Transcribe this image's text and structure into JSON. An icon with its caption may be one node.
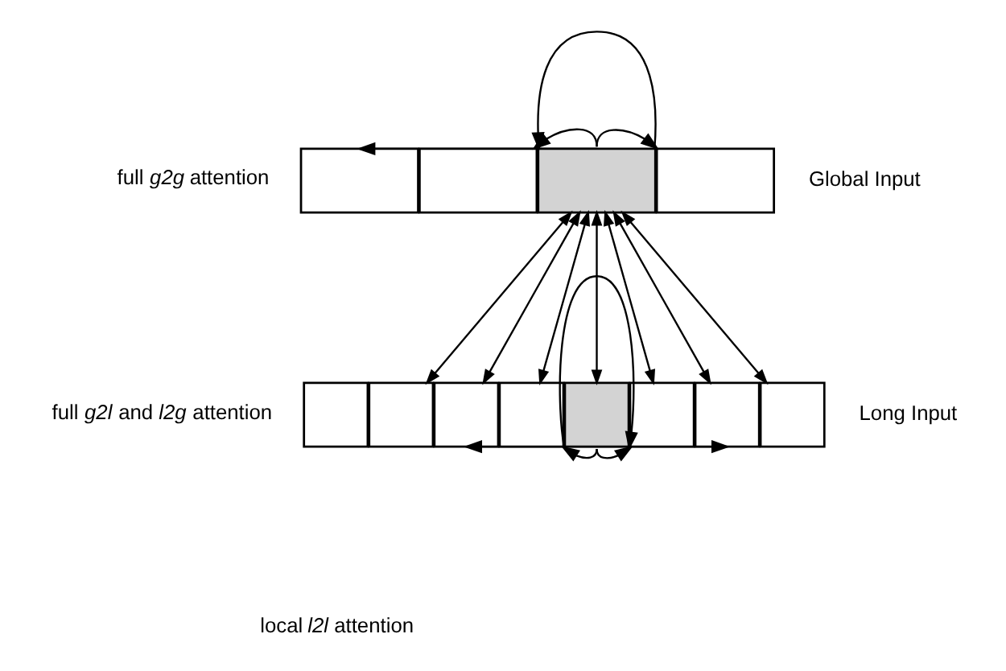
{
  "diagram": {
    "nodes": [
      {
        "text": [],
        "shape": "box"
      },
      {
        "text": [],
        "shape": "box"
      },
      {
        "text": [],
        "shape": "box"
      },
      {
        "text": [],
        "shape": "box"
      },
      {
        "text": [],
        "shape": "box"
      },
      {
        "text": [],
        "shape": "box"
      },
      {
        "text": [],
        "shape": "box"
      },
      {
        "text": [],
        "shape": "box"
      },
      {
        "text": [],
        "shape": "box"
      },
      {
        "text": [],
        "shape": "box"
      },
      {
        "text": [],
        "shape": "box"
      },
      {
        "text": [],
        "shape": "box"
      }
    ],
    "edges": [
      {
        "from": 2,
        "to": 0,
        "arrow": "to"
      },
      {
        "from": 2,
        "to": 1,
        "arrow": "to"
      },
      {
        "from": 2,
        "to": 2,
        "arrow": "to"
      },
      {
        "from": 2,
        "to": 3,
        "arrow": "to"
      },
      {
        "from": 2,
        "to": 5,
        "arrow": "both"
      },
      {
        "from": 2,
        "to": 6,
        "arrow": "both"
      },
      {
        "from": 2,
        "to": 7,
        "arrow": "both"
      },
      {
        "from": 2,
        "to": 8,
        "arrow": "both"
      },
      {
        "from": 2,
        "to": 9,
        "arrow": "both"
      },
      {
        "from": 2,
        "to": 10,
        "arrow": "both"
      },
      {
        "from": 2,
        "to": 11,
        "arrow": "both"
      },
      {
        "from": 8,
        "to": 6,
        "arrow": "to"
      },
      {
        "from": 8,
        "to": 7,
        "arrow": "to"
      },
      {
        "from": 8,
        "to": 8,
        "arrow": "to"
      },
      {
        "from": 8,
        "to": 9,
        "arrow": "to"
      },
      {
        "from": 8,
        "to": 10,
        "arrow": "to"
      }
    ],
    "labels": [
      "full *g2g* attention",
      "Global Input",
      "full *g2l* and *l2g* attention",
      "Long Input",
      "local *l2l* attention"
    ]
  }
}
